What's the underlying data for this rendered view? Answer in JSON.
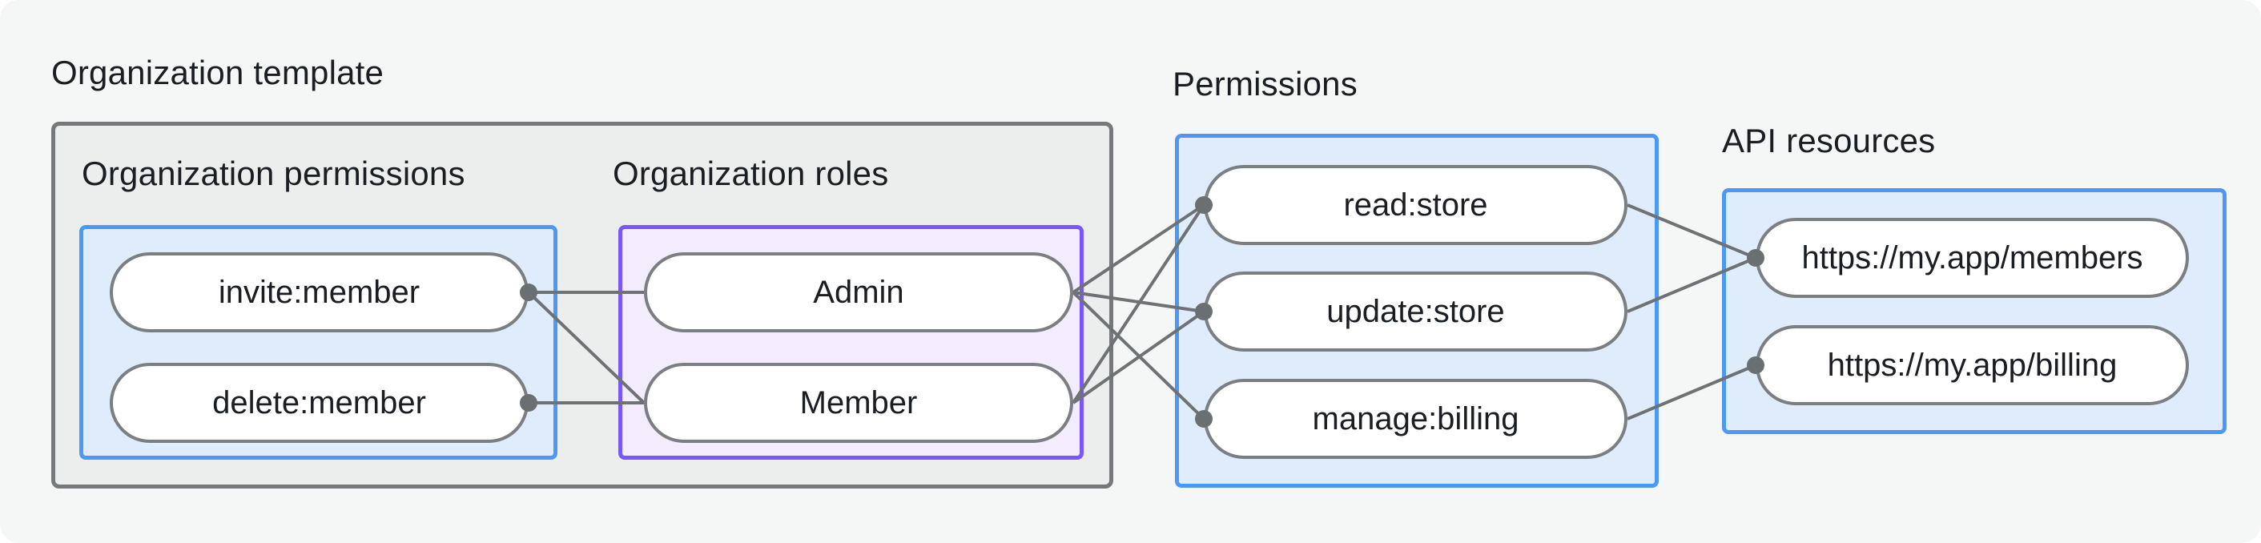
{
  "title": "Organization template",
  "colors": {
    "canvas_bg": "#F5F6F6",
    "gray_box_fill": "#ECEDED",
    "gray_box_border": "#75797B",
    "blue_fill": "#DFECFB",
    "blue_border": "#4D97F5",
    "purple_fill": "#F2ECFC",
    "purple_border": "#7A57F8",
    "pill_fill": "#FFFFFF",
    "pill_border": "#7B7F81",
    "line": "#6E7274",
    "dot": "#6A6F72",
    "text": "#1A1D21"
  },
  "groups": {
    "org_permissions": {
      "heading": "Organization permissions",
      "items": [
        {
          "id": "invite-member",
          "label": "invite:member"
        },
        {
          "id": "delete-member",
          "label": "delete:member"
        }
      ]
    },
    "org_roles": {
      "heading": "Organization roles",
      "items": [
        {
          "id": "role-admin",
          "label": "Admin"
        },
        {
          "id": "role-member",
          "label": "Member"
        }
      ]
    },
    "permissions": {
      "heading": "Permissions",
      "items": [
        {
          "id": "read-store",
          "label": "read:store"
        },
        {
          "id": "update-store",
          "label": "update:store"
        },
        {
          "id": "manage-billing",
          "label": "manage:billing"
        }
      ]
    },
    "api_resources": {
      "heading": "API resources",
      "items": [
        {
          "id": "api-members",
          "label": "https://my.app/members"
        },
        {
          "id": "api-billing",
          "label": "https://my.app/billing"
        }
      ]
    }
  },
  "connections": [
    {
      "from": "invite-member",
      "to": "role-admin"
    },
    {
      "from": "invite-member",
      "to": "role-member"
    },
    {
      "from": "delete-member",
      "to": "role-member"
    },
    {
      "from": "role-admin",
      "to": "read-store"
    },
    {
      "from": "role-admin",
      "to": "update-store"
    },
    {
      "from": "role-admin",
      "to": "manage-billing"
    },
    {
      "from": "role-member",
      "to": "read-store"
    },
    {
      "from": "role-member",
      "to": "update-store"
    },
    {
      "from": "read-store",
      "to": "api-members"
    },
    {
      "from": "update-store",
      "to": "api-members"
    },
    {
      "from": "manage-billing",
      "to": "api-billing"
    }
  ],
  "dots": {
    "invite-member": "right",
    "delete-member": "right",
    "read-store": "left",
    "update-store": "left",
    "manage-billing": "left",
    "api-members": "left",
    "api-billing": "left"
  }
}
